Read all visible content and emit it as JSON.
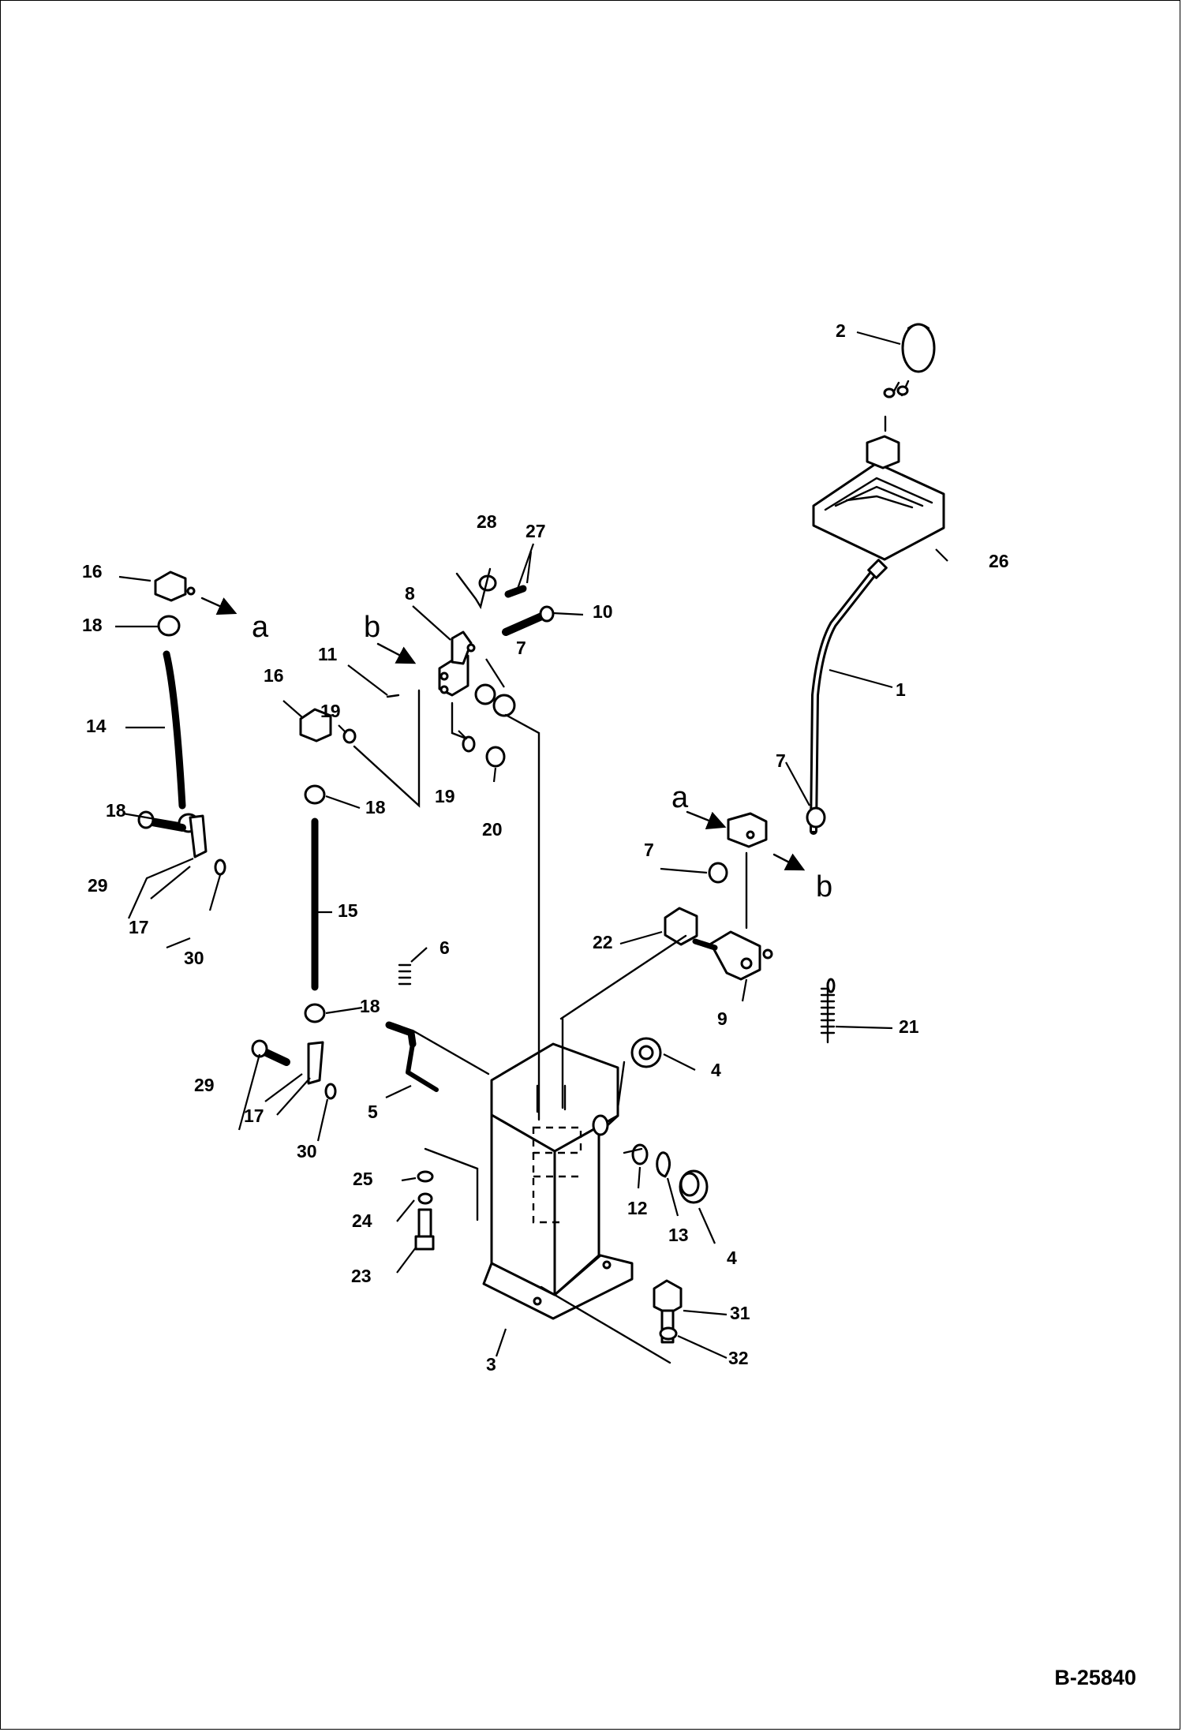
{
  "figure_id": "B-25840",
  "ref_marks": [
    "a",
    "b"
  ],
  "callouts": [
    "1",
    "2",
    "3",
    "4",
    "5",
    "6",
    "7",
    "8",
    "9",
    "10",
    "11",
    "12",
    "13",
    "14",
    "15",
    "16",
    "17",
    "18",
    "19",
    "20",
    "21",
    "22",
    "23",
    "24",
    "25",
    "26",
    "27",
    "28",
    "29",
    "30",
    "31",
    "32"
  ]
}
